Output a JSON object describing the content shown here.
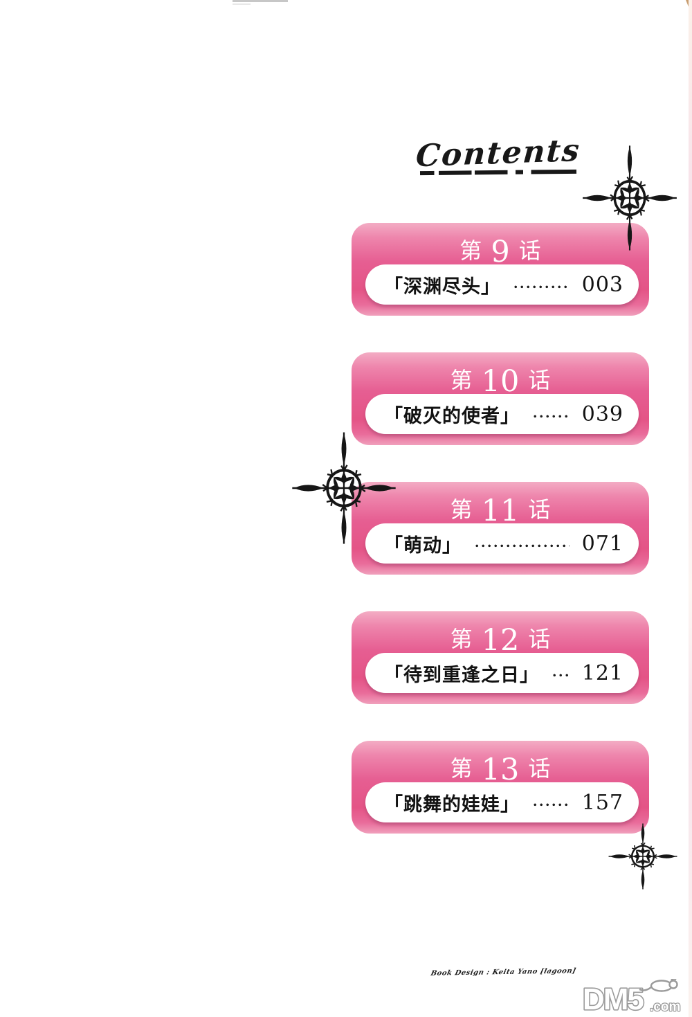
{
  "page": {
    "title": "Contents"
  },
  "toc": {
    "items": [
      {
        "chapter_prefix": "第",
        "chapter_number": "9",
        "chapter_suffix": "话",
        "title": "「深渊尽头」",
        "page": "003"
      },
      {
        "chapter_prefix": "第",
        "chapter_number": "10",
        "chapter_suffix": "话",
        "title": "「破灭的使者」",
        "page": "039"
      },
      {
        "chapter_prefix": "第",
        "chapter_number": "11",
        "chapter_suffix": "话",
        "title": "「萌动」",
        "page": "071"
      },
      {
        "chapter_prefix": "第",
        "chapter_number": "12",
        "chapter_suffix": "话",
        "title": "「待到重逢之日」",
        "page": "121"
      },
      {
        "chapter_prefix": "第",
        "chapter_number": "13",
        "chapter_suffix": "话",
        "title": "「跳舞的娃娃」",
        "page": "157"
      }
    ]
  },
  "footer": {
    "credit": "Book Design : Keita Yano [lagoon]"
  },
  "watermark": {
    "text": "DM5",
    "suffix": ".com"
  },
  "colors": {
    "card_top": "#f3acc4",
    "card_mid": "#e65e92",
    "card_rim": "#f0a0bc",
    "ink": "#181818",
    "watermark_gray": "#9a9a9a"
  }
}
